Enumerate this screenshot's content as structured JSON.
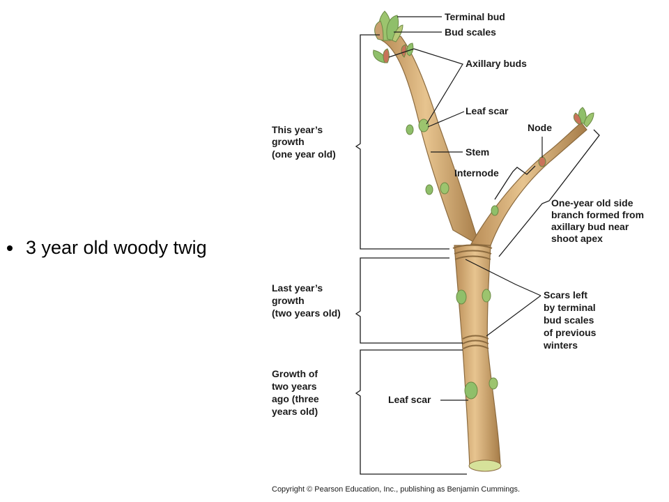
{
  "slide": {
    "bullet": "3 year old woody twig"
  },
  "labels": {
    "terminal_bud": "Terminal bud",
    "bud_scales": "Bud scales",
    "axillary_buds": "Axillary buds",
    "leaf_scar_upper": "Leaf scar",
    "node": "Node",
    "stem": "Stem",
    "internode": "Internode",
    "side_branch": [
      "One-year old side",
      "branch formed from",
      "axillary bud near",
      "shoot apex"
    ],
    "this_year": [
      "This year’s",
      "growth",
      "(one year old)"
    ],
    "last_year": [
      "Last year’s",
      "growth",
      "(two years old)"
    ],
    "two_years_ago": [
      "Growth of",
      "two years",
      "ago (three",
      "years old)"
    ],
    "scars_left": [
      "Scars left",
      "by terminal",
      "bud scales",
      "of previous",
      "winters"
    ],
    "leaf_scar_lower": "Leaf scar"
  },
  "copyright": "Copyright © Pearson Education, Inc., publishing as Benjamin Cummings.",
  "colors": {
    "stem": "#d9b07a",
    "stem_edge": "#8b6a3e",
    "bud_green": "#8fbf6a",
    "bud_red": "#c8735a",
    "line": "#1a1a1a"
  }
}
